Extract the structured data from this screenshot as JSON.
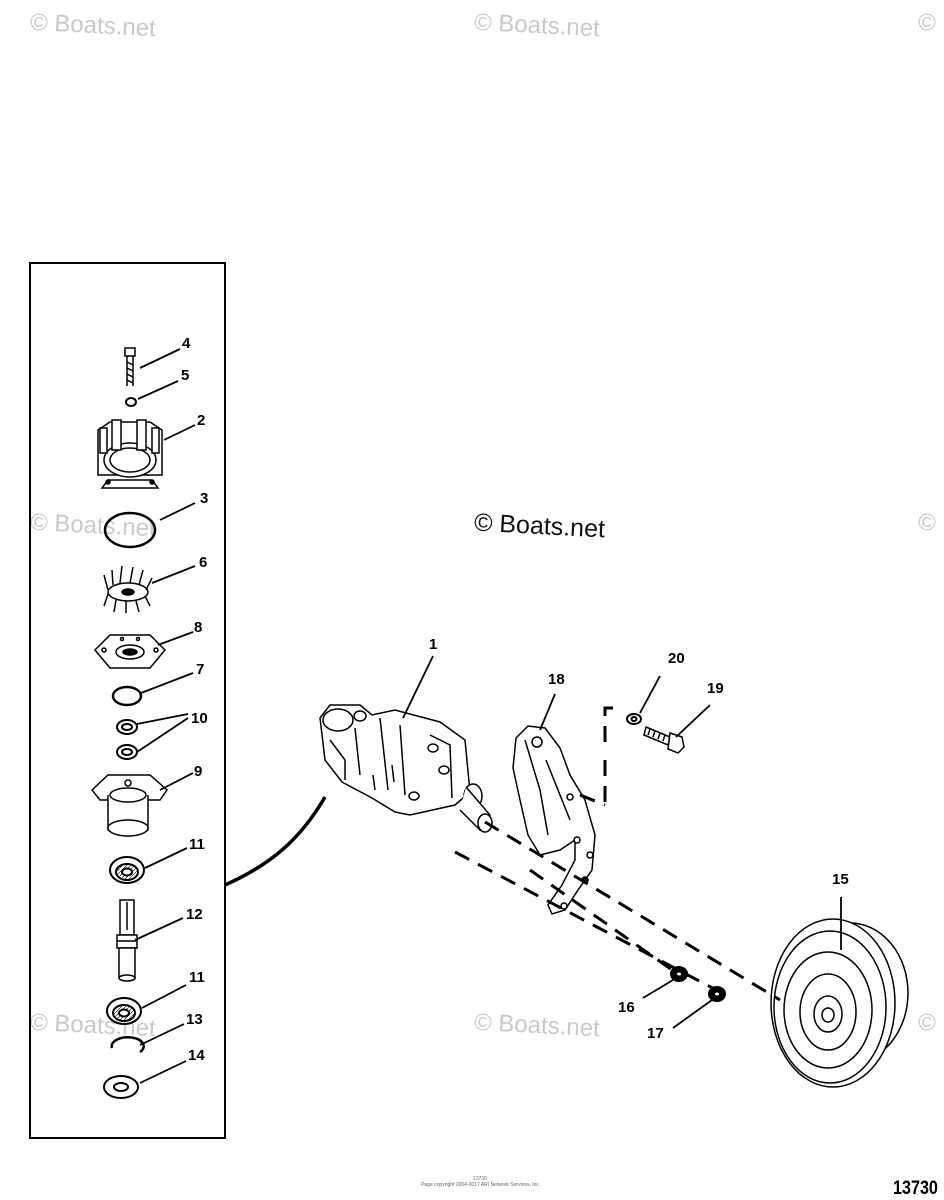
{
  "watermarks": {
    "main": "© Boats.net",
    "faint": "© Boats.net"
  },
  "figure_number": "13730",
  "footer": {
    "line1": "13730",
    "line2": "Page copyright 2004-2017 ARI Network Services, Inc"
  },
  "callouts": {
    "c1": "1",
    "c2": "2",
    "c3": "3",
    "c4": "4",
    "c5": "5",
    "c6": "6",
    "c7": "7",
    "c8": "8",
    "c9": "9",
    "c10": "10",
    "c11a": "11",
    "c11b": "11",
    "c12": "12",
    "c13": "13",
    "c14": "14",
    "c15": "15",
    "c16": "16",
    "c17": "17",
    "c18": "18",
    "c19": "19",
    "c20": "20"
  }
}
